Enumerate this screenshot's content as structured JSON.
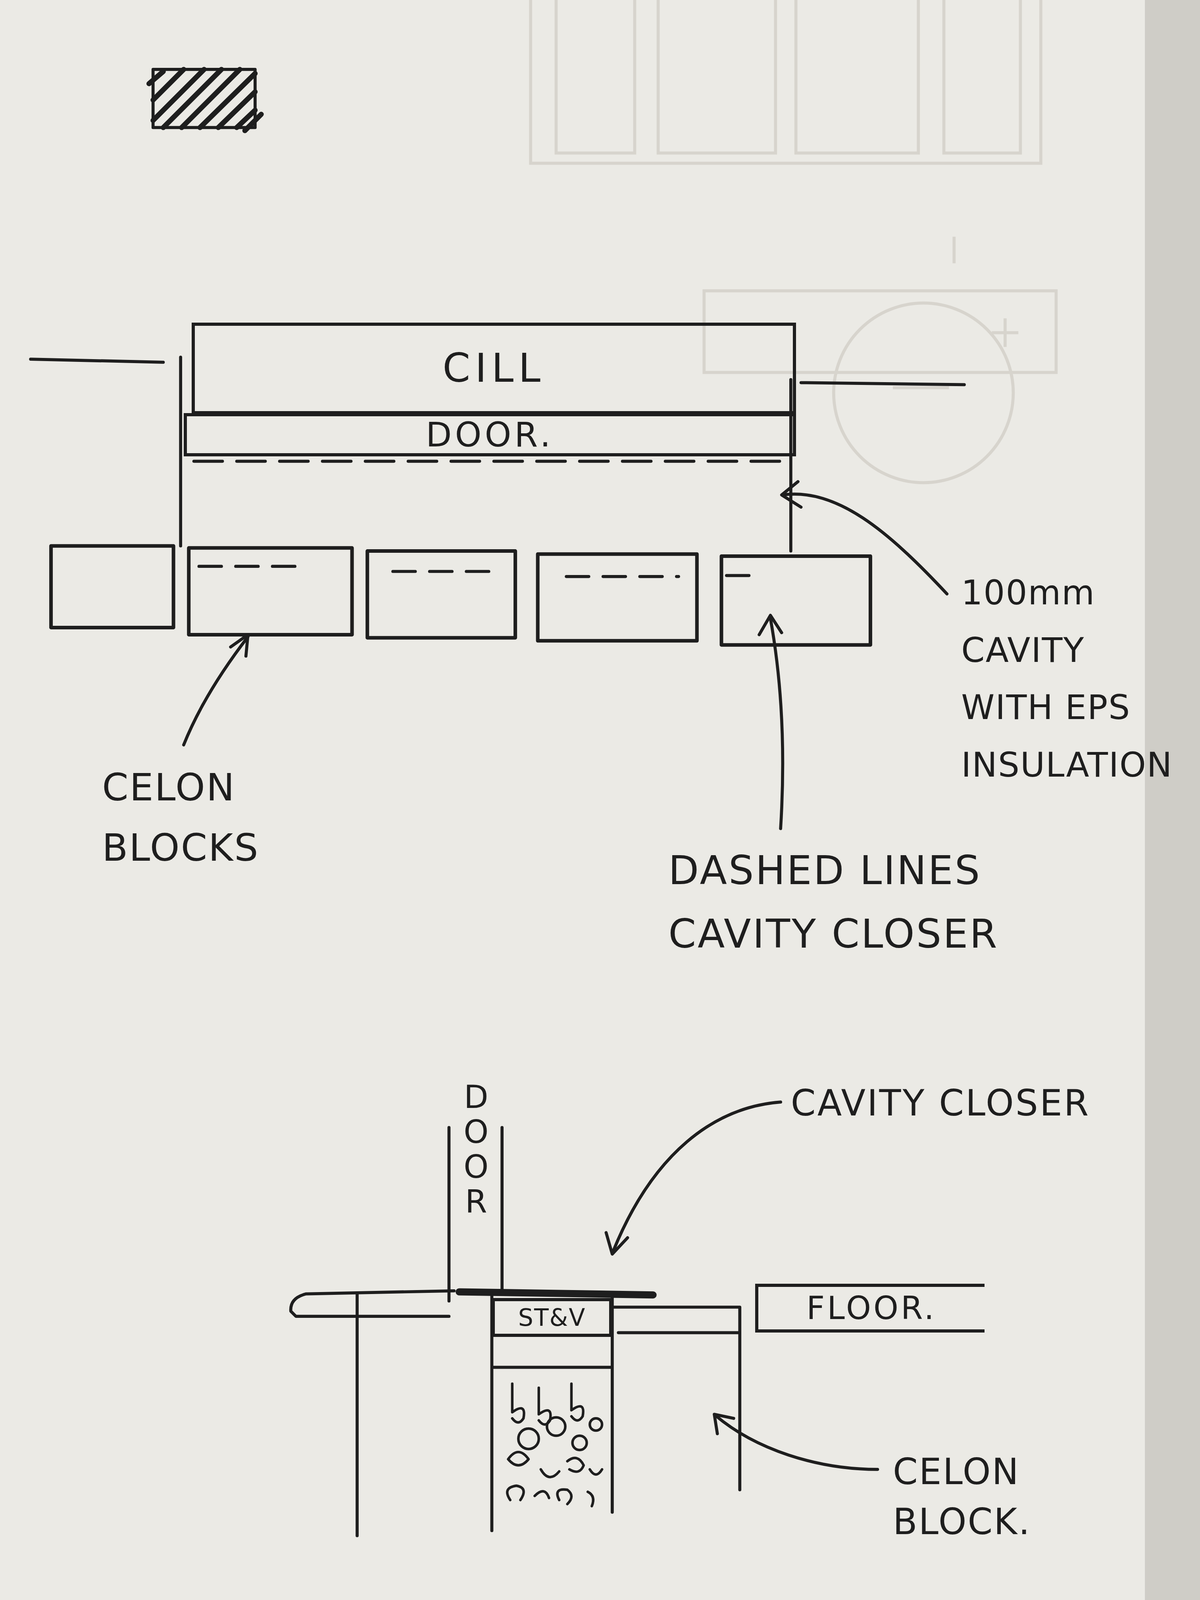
{
  "diagram": {
    "nodes": [
      {
        "text": [
          "CILL"
        ]
      },
      {
        "text": [
          "DOOR."
        ]
      },
      {
        "text": [
          "ST&V"
        ]
      },
      {
        "text": [
          "FLOOR."
        ]
      }
    ],
    "labels": [
      "100mm CAVITY WITH EPS INSULATION",
      "CELON BLOCKS",
      "DASHED LINES CAVITY CLOSER",
      "DOOR",
      "CAVITY CLOSER",
      "CELON BLOCK."
    ]
  }
}
